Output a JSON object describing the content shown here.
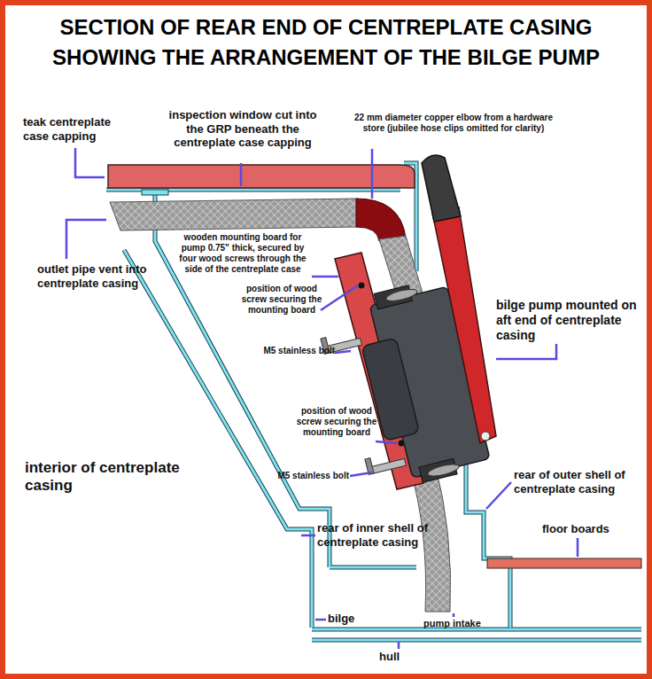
{
  "diagram": {
    "title": "SECTION OF REAR END OF CENTREPLATE CASING SHOWING THE ARRANGEMENT OF THE BILGE PUMP",
    "labels": [
      "teak centreplate case capping",
      "inspection window cut into the GRP beneath the centreplate case capping",
      "22 mm diameter copper elbow from a hardware store (jubilee hose clips omitted for clarity)",
      "wooden mounting board for pump 0.75\" thick, secured by four wood screws through the side of the centreplate case",
      "outlet pipe vent into centreplate casing",
      "position of wood screw securing the mounting board",
      "M5 stainless bolt",
      "bilge pump mounted on aft end of centreplate casing",
      "position of wood screw securing the mounting board",
      "M5 stainless bolt",
      "interior of centreplate casing",
      "rear of outer shell of centreplate casing",
      "floor boards",
      "rear of inner shell of centreplate casing",
      "bilge",
      "pump intake",
      "hull"
    ]
  }
}
